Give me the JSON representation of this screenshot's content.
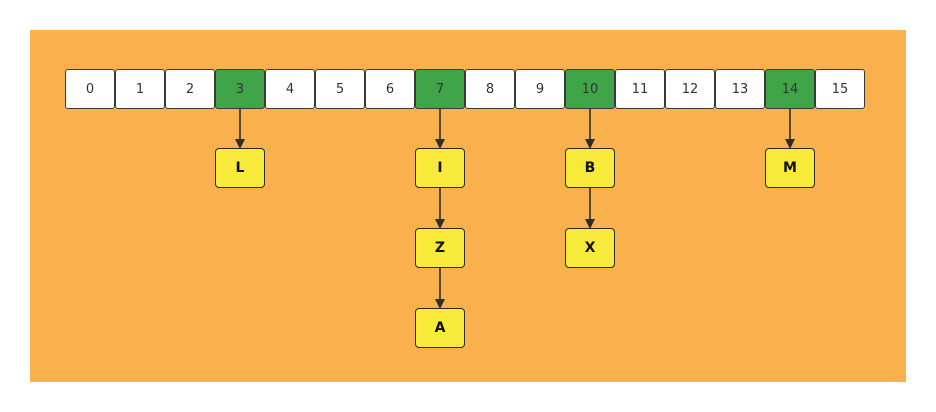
{
  "colors": {
    "background": "#ffffff",
    "panel": "#fbb04e",
    "slot_default": "#ffffff",
    "slot_occupied": "#3fa548",
    "node_fill": "#f7ea3a",
    "stroke": "#2d2d2d"
  },
  "array": {
    "slots": [
      {
        "label": "0",
        "occupied": false
      },
      {
        "label": "1",
        "occupied": false
      },
      {
        "label": "2",
        "occupied": false
      },
      {
        "label": "3",
        "occupied": true
      },
      {
        "label": "4",
        "occupied": false
      },
      {
        "label": "5",
        "occupied": false
      },
      {
        "label": "6",
        "occupied": false
      },
      {
        "label": "7",
        "occupied": true
      },
      {
        "label": "8",
        "occupied": false
      },
      {
        "label": "9",
        "occupied": false
      },
      {
        "label": "10",
        "occupied": true
      },
      {
        "label": "11",
        "occupied": false
      },
      {
        "label": "12",
        "occupied": false
      },
      {
        "label": "13",
        "occupied": false
      },
      {
        "label": "14",
        "occupied": true
      },
      {
        "label": "15",
        "occupied": false
      }
    ]
  },
  "chains": [
    {
      "slot": 3,
      "nodes": [
        "L"
      ]
    },
    {
      "slot": 7,
      "nodes": [
        "I",
        "Z",
        "A"
      ]
    },
    {
      "slot": 10,
      "nodes": [
        "B",
        "X"
      ]
    },
    {
      "slot": 14,
      "nodes": [
        "M"
      ]
    }
  ]
}
